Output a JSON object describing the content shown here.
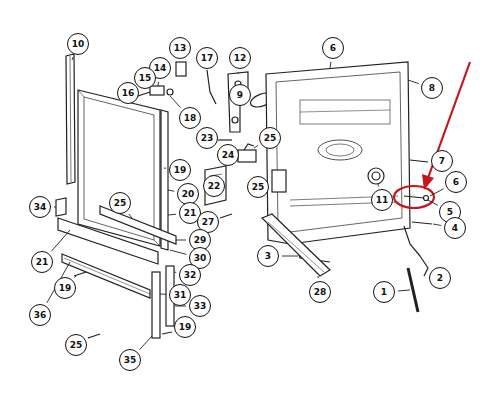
{
  "diagram": {
    "labels": [
      "10",
      "13",
      "17",
      "12",
      "6",
      "14",
      "15",
      "16",
      "18",
      "9",
      "8",
      "23",
      "25",
      "19",
      "20",
      "24",
      "11",
      "7",
      "6",
      "5",
      "21",
      "22",
      "25",
      "4",
      "27",
      "34",
      "29",
      "25",
      "21",
      "30",
      "3",
      "28",
      "19",
      "32",
      "2",
      "31",
      "33",
      "1",
      "36",
      "19",
      "25",
      "35"
    ]
  }
}
